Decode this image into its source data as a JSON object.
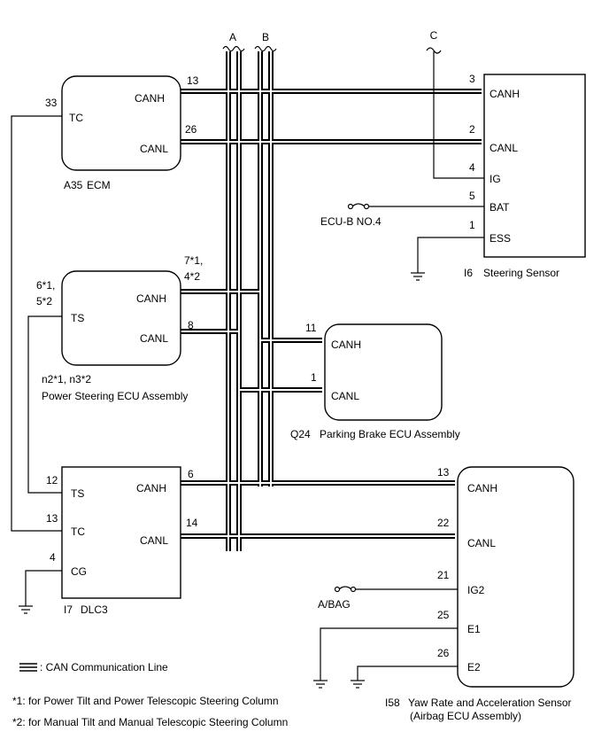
{
  "buses": {
    "a": "A",
    "b": "B",
    "c": "C"
  },
  "ecm": {
    "code": "A35",
    "name": "ECM",
    "pins": {
      "tc": "TC",
      "canh": "CANH",
      "canl": "CANL"
    },
    "nums": {
      "tc": "33",
      "canh": "13",
      "canl": "26"
    }
  },
  "steering_sensor": {
    "code": "I6",
    "name": "Steering Sensor",
    "pins": {
      "canh": "CANH",
      "canl": "CANL",
      "ig": "IG",
      "bat": "BAT",
      "ess": "ESS"
    },
    "nums": {
      "canh": "3",
      "canl": "2",
      "ig": "4",
      "bat": "5",
      "ess": "1"
    },
    "fuse": "ECU-B NO.4"
  },
  "ps_ecu": {
    "name": "Power Steering ECU Assembly",
    "code_line": "n2*1, n3*2",
    "pins": {
      "ts": "TS",
      "canh": "CANH",
      "canl": "CANL"
    },
    "nums": {
      "ts_1": "6*1,",
      "ts_2": "5*2",
      "canh_1": "7*1,",
      "canh_2": "4*2",
      "canl": "8"
    }
  },
  "parking_brake": {
    "code": "Q24",
    "name": "Parking Brake ECU Assembly",
    "pins": {
      "canh": "CANH",
      "canl": "CANL"
    },
    "nums": {
      "canh": "11",
      "canl": "1"
    }
  },
  "dlc3": {
    "code": "I7",
    "name": "DLC3",
    "pins": {
      "ts": "TS",
      "tc": "TC",
      "cg": "CG",
      "canh": "CANH",
      "canl": "CANL"
    },
    "nums": {
      "ts": "12",
      "tc": "13",
      "cg": "4",
      "canh": "6",
      "canl": "14"
    }
  },
  "yaw_sensor": {
    "code": "I58",
    "name": "Yaw Rate and Acceleration Sensor",
    "subname": "(Airbag ECU Assembly)",
    "pins": {
      "canh": "CANH",
      "canl": "CANL",
      "ig2": "IG2",
      "e1": "E1",
      "e2": "E2"
    },
    "nums": {
      "canh": "13",
      "canl": "22",
      "ig2": "21",
      "e1": "25",
      "e2": "26"
    },
    "fuse": "A/BAG"
  },
  "legend": {
    "can_line": ": CAN Communication Line",
    "note1": "*1: for Power Tilt and Power Telescopic Steering Column",
    "note2": "*2: for Manual Tilt and Manual Telescopic Steering Column"
  }
}
